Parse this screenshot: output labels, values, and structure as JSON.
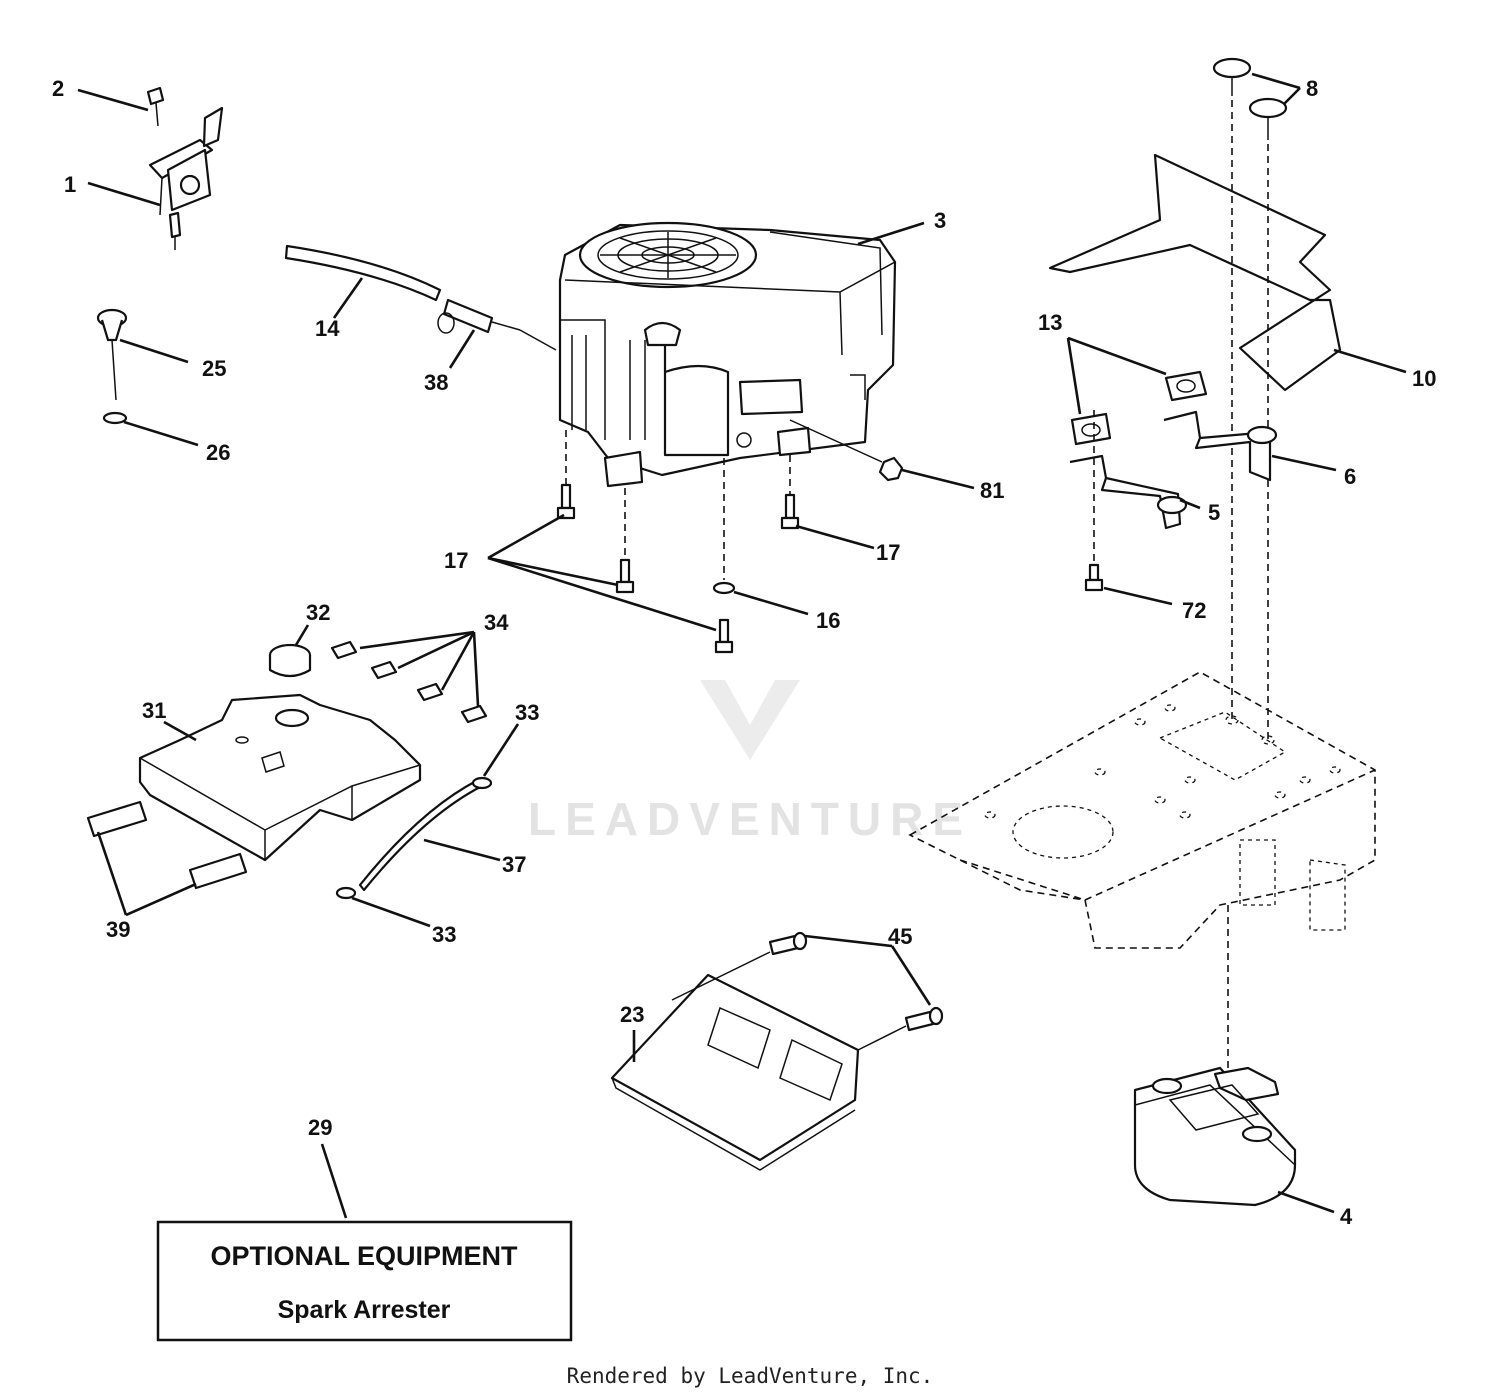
{
  "callouts": {
    "c1": "1",
    "c2": "2",
    "c3": "3",
    "c4": "4",
    "c5": "5",
    "c6": "6",
    "c8": "8",
    "c10": "10",
    "c13": "13",
    "c14": "14",
    "c16": "16",
    "c17a": "17",
    "c17b": "17",
    "c23": "23",
    "c25": "25",
    "c26": "26",
    "c29": "29",
    "c31": "31",
    "c32": "32",
    "c33a": "33",
    "c33b": "33",
    "c34": "34",
    "c37": "37",
    "c38": "38",
    "c39": "39",
    "c45": "45",
    "c72": "72",
    "c81": "81"
  },
  "optional_box": {
    "title": "OPTIONAL EQUIPMENT",
    "subtitle": "Spark Arrester"
  },
  "watermark": {
    "text": "LEADVENTURE"
  },
  "footer": {
    "text": "Rendered by LeadVenture, Inc."
  }
}
